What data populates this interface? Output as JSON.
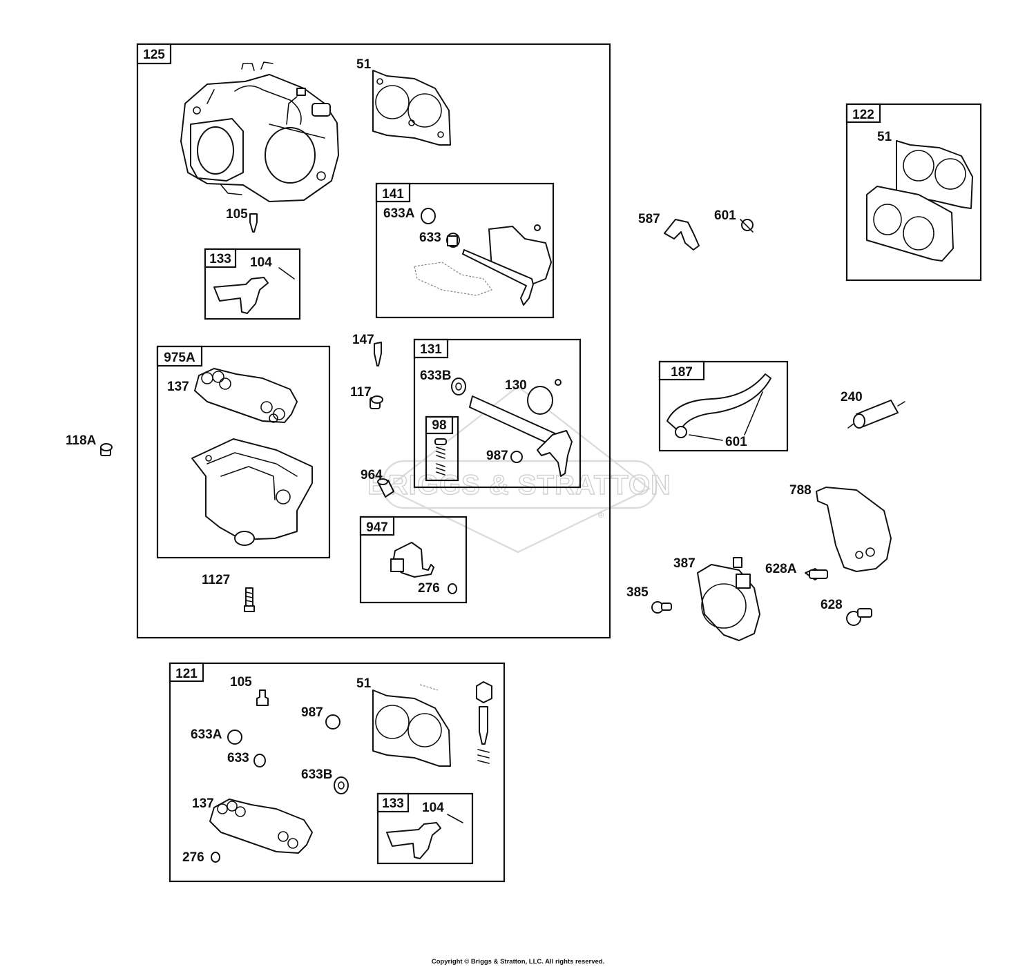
{
  "watermark": {
    "brand": "BRIGGS & STRATTON",
    "registered": "®"
  },
  "groups": {
    "g125": "125",
    "g141": "141",
    "g133a": "133",
    "g975A": "975A",
    "g131": "131",
    "g98": "98",
    "g947": "947",
    "g122": "122",
    "g187": "187",
    "g121": "121",
    "g133b": "133"
  },
  "labels": {
    "p51a": "51",
    "p105a": "105",
    "p104a": "104",
    "p633Aa": "633A",
    "p633a": "633",
    "p147": "147",
    "p633Ba": "633B",
    "p130": "130",
    "p117": "117",
    "p137a": "137",
    "p118A": "118A",
    "p964": "964",
    "p987a": "987",
    "p276a": "276",
    "p1127": "1127",
    "p51b": "51",
    "p587": "587",
    "p601a": "601",
    "p601b": "601",
    "p240": "240",
    "p788": "788",
    "p387": "387",
    "p628A": "628A",
    "p385": "385",
    "p628": "628",
    "p105b": "105",
    "p51c": "51",
    "p987b": "987",
    "p633Ab": "633A",
    "p633b": "633",
    "p633Bb": "633B",
    "p137b": "137",
    "p104b": "104",
    "p276b": "276"
  },
  "footer": {
    "copyright": "Copyright © Briggs & Stratton, LLC. All rights reserved."
  }
}
